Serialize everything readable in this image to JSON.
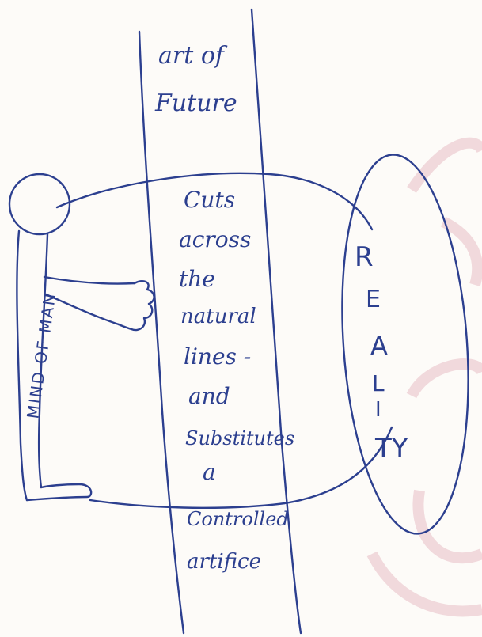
{
  "strip_top": [
    "art of",
    "Future"
  ],
  "strip_body": [
    "Cuts",
    "across",
    "the",
    "natural",
    "lines -",
    "and",
    "Substitutes",
    "a",
    "Controlled",
    "artifice"
  ],
  "figure_label": "MIND OF MAN",
  "reality_letters": [
    "R",
    "E",
    "A",
    "L",
    "I",
    "TY"
  ],
  "colors": {
    "ink": "#2c3f8f",
    "paper": "#fdfbf8",
    "watermark": "#f1d9dc"
  }
}
